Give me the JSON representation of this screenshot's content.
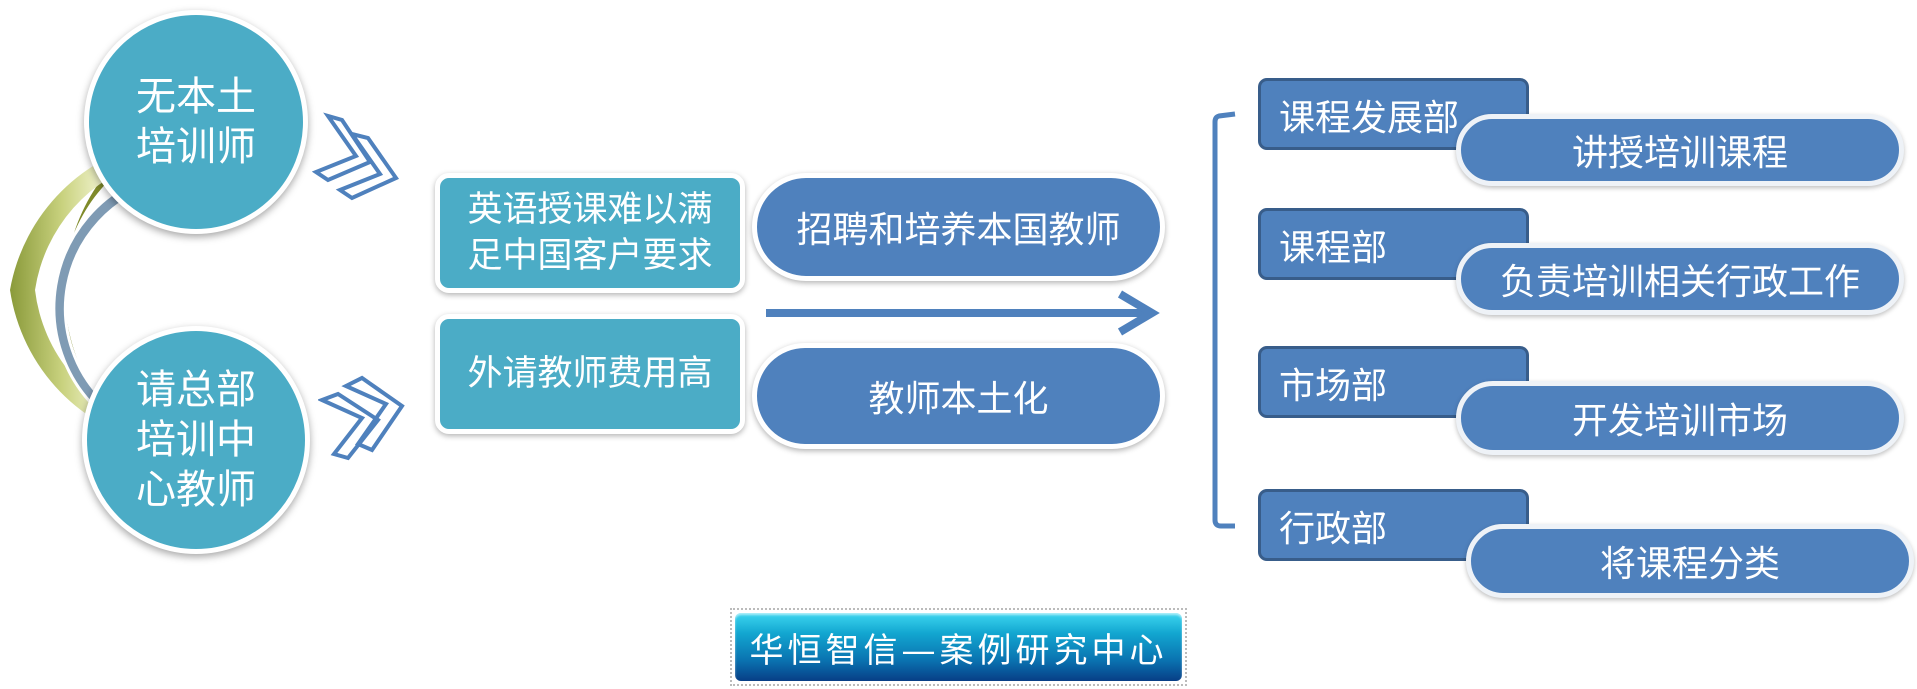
{
  "colors": {
    "teal": "#4bacc6",
    "blue": "#4f81bd",
    "blue_border": "#385d8a",
    "arc_olive": "#9bbb59",
    "arc_inner": "#7f9bb4",
    "banner_top": "#3dd6f0",
    "banner_bottom": "#073e86"
  },
  "problems": [
    {
      "label": "无本土\n培训师"
    },
    {
      "label": "请总部\n培训中\n心教师"
    }
  ],
  "issues": [
    {
      "label": "英语授课难以满\n足中国客户要求"
    },
    {
      "label": "外请教师费用高"
    }
  ],
  "solutions": [
    {
      "label": "招聘和培养本国教师"
    },
    {
      "label": "教师本土化"
    }
  ],
  "departments": [
    {
      "name": "课程发展部",
      "duty": "讲授培训课程"
    },
    {
      "name": "课程部",
      "duty": "负责培训相关行政工作"
    },
    {
      "name": "市场部",
      "duty": "开发培训市场"
    },
    {
      "name": "行政部",
      "duty": "将课程分类"
    }
  ],
  "footer": {
    "label": "华恒智信—案例研究中心"
  },
  "icons": {
    "chevron": "double-chevron-right-icon",
    "arrow": "arrow-right-icon",
    "bracket": "left-bracket"
  }
}
